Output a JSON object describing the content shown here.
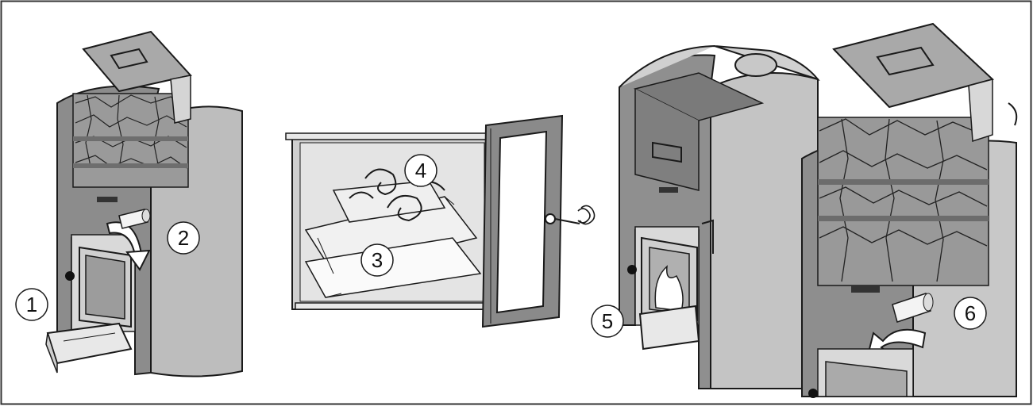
{
  "steps": [
    {
      "number": "1"
    },
    {
      "number": "2"
    },
    {
      "number": "3"
    },
    {
      "number": "4"
    },
    {
      "number": "5"
    },
    {
      "number": "6"
    }
  ],
  "colors": {
    "body_gray": "#a6a6a6",
    "panel_gray": "#c9c9c9",
    "dark_gray": "#555555",
    "outline": "#1a1a1a",
    "stone_fill": "#8f8f8f",
    "frame_border": "#333333",
    "background": "#ffffff"
  },
  "icons": [
    "heater-lid-icon",
    "sauna-stones-icon",
    "firebox-door-icon",
    "ash-drawer-icon",
    "curved-arrow-icon",
    "firewood-icon",
    "door-handle-icon",
    "spring-icon",
    "flame-icon",
    "wood-shavings-icon"
  ]
}
